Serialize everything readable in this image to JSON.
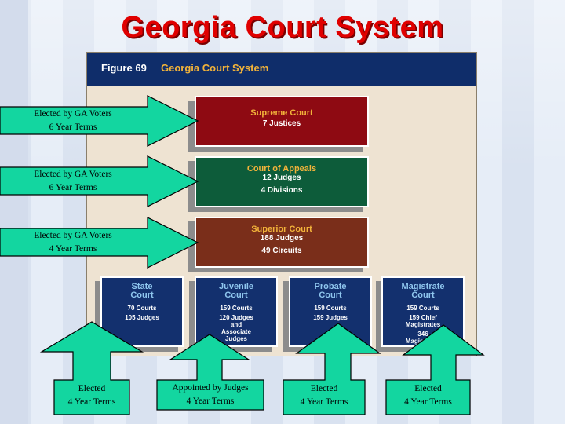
{
  "slide": {
    "title": "Georgia Court System"
  },
  "figure": {
    "number": "Figure 69",
    "title": "Georgia Court System"
  },
  "courts": {
    "supreme": {
      "name": "Supreme Court",
      "lines": [
        "7 Justices"
      ],
      "color": "#8e0a12"
    },
    "appeals": {
      "name": "Court of Appeals",
      "lines": [
        "12 Judges",
        "4 Divisions"
      ],
      "color": "#0d5c3a"
    },
    "superior": {
      "name": "Superior Court",
      "lines": [
        "188 Judges",
        "49 Circuits"
      ],
      "color": "#7a2e1a"
    },
    "state": {
      "name_1": "State",
      "name_2": "Court",
      "lines": [
        "70 Courts",
        "105 Judges"
      ]
    },
    "juvenile": {
      "name_1": "Juvenile",
      "name_2": "Court",
      "lines": [
        "159 Courts",
        "120 Judges",
        "and",
        "Associate",
        "Judges"
      ]
    },
    "probate": {
      "name_1": "Probate",
      "name_2": "Court",
      "lines": [
        "159 Courts",
        "159 Judges"
      ]
    },
    "magistrate": {
      "name_1": "Magistrate",
      "name_2": "Court",
      "lines": [
        "159 Courts",
        "159 Chief",
        "Magistrates",
        "346",
        "Magistrates"
      ]
    }
  },
  "annotations": {
    "supreme": [
      "Elected by GA Voters",
      "6 Year Terms"
    ],
    "appeals": [
      "Elected by GA Voters",
      "6 Year Terms"
    ],
    "superior": [
      "Elected by GA Voters",
      "4 Year Terms"
    ],
    "state": [
      "Elected",
      "4 Year Terms"
    ],
    "juvenile": [
      "Appointed by Judges",
      "4 Year Terms"
    ],
    "probate": [
      "Elected",
      "4 Year Terms"
    ],
    "magistrate": [
      "Elected",
      "4 Year Terms"
    ]
  },
  "colors": {
    "title": "#e00000",
    "arrow_fill": "#13d6a0",
    "figure_header": "#0f2d6a",
    "lower_court": "#13306e"
  }
}
